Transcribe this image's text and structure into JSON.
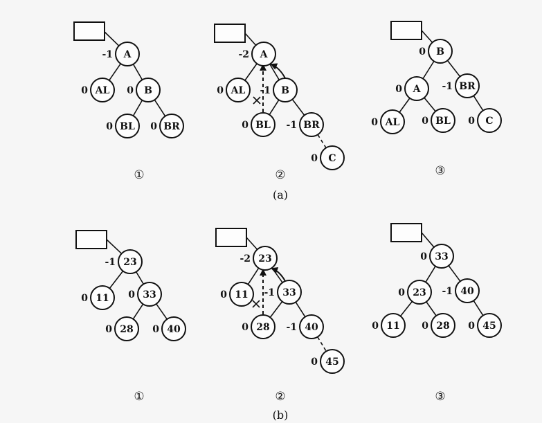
{
  "figure": {
    "part_a": {
      "caption": "(a)",
      "steps": [
        {
          "label": "①",
          "nodes": [
            {
              "id": "A",
              "label": "A",
              "bf": "-1"
            },
            {
              "id": "AL",
              "label": "AL",
              "bf": "0"
            },
            {
              "id": "B",
              "label": "B",
              "bf": "0"
            },
            {
              "id": "BL",
              "label": "BL",
              "bf": "0"
            },
            {
              "id": "BR",
              "label": "BR",
              "bf": "0"
            }
          ]
        },
        {
          "label": "②",
          "nodes": [
            {
              "id": "A",
              "label": "A",
              "bf": "-2"
            },
            {
              "id": "AL",
              "label": "AL",
              "bf": "0"
            },
            {
              "id": "B",
              "label": "B",
              "bf": "-1"
            },
            {
              "id": "BL",
              "label": "BL",
              "bf": "0"
            },
            {
              "id": "BR",
              "label": "BR",
              "bf": "-1"
            },
            {
              "id": "C",
              "label": "C",
              "bf": "0"
            }
          ]
        },
        {
          "label": "③",
          "nodes": [
            {
              "id": "B",
              "label": "B",
              "bf": "0"
            },
            {
              "id": "A",
              "label": "A",
              "bf": "0"
            },
            {
              "id": "BR",
              "label": "BR",
              "bf": "-1"
            },
            {
              "id": "AL",
              "label": "AL",
              "bf": "0"
            },
            {
              "id": "BL",
              "label": "BL",
              "bf": "0"
            },
            {
              "id": "C",
              "label": "C",
              "bf": "0"
            }
          ]
        }
      ]
    },
    "part_b": {
      "caption": "(b)",
      "steps": [
        {
          "label": "①",
          "nodes": [
            {
              "id": "23",
              "label": "23",
              "bf": "-1"
            },
            {
              "id": "11",
              "label": "11",
              "bf": "0"
            },
            {
              "id": "33",
              "label": "33",
              "bf": "0"
            },
            {
              "id": "28",
              "label": "28",
              "bf": "0"
            },
            {
              "id": "40",
              "label": "40",
              "bf": "0"
            }
          ]
        },
        {
          "label": "②",
          "nodes": [
            {
              "id": "23",
              "label": "23",
              "bf": "-2"
            },
            {
              "id": "11",
              "label": "11",
              "bf": "0"
            },
            {
              "id": "33",
              "label": "33",
              "bf": "-1"
            },
            {
              "id": "28",
              "label": "28",
              "bf": "0"
            },
            {
              "id": "40",
              "label": "40",
              "bf": "-1"
            },
            {
              "id": "45",
              "label": "45",
              "bf": "0"
            }
          ]
        },
        {
          "label": "③",
          "nodes": [
            {
              "id": "33",
              "label": "33",
              "bf": "0"
            },
            {
              "id": "23",
              "label": "23",
              "bf": "0"
            },
            {
              "id": "40",
              "label": "40",
              "bf": "-1"
            },
            {
              "id": "11",
              "label": "11",
              "bf": "0"
            },
            {
              "id": "28",
              "label": "28",
              "bf": "0"
            },
            {
              "id": "45",
              "label": "45",
              "bf": "0"
            }
          ]
        }
      ]
    }
  }
}
